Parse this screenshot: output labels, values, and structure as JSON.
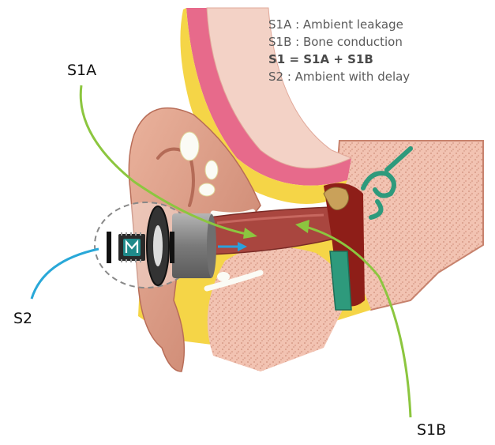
{
  "legend": {
    "line1": "S1A : Ambient leakage",
    "line2": "S1B : Bone conduction",
    "line3": "S1 = S1A + S1B",
    "line4": "S2   : Ambient with delay"
  },
  "labels": {
    "s1a": "S1A",
    "s1b": "S1B",
    "s2": "S2"
  },
  "colors": {
    "s1_path": "#8cc63f",
    "s2_path": "#29a8d8",
    "arrow": "#2aa0dc",
    "skin": "#e8a892",
    "skin_dark": "#c77c66",
    "tissue": "#f5d547",
    "bone": "#f3c7b8",
    "canal": "#9e3a34",
    "inner_ear": "#2e9a7c",
    "skin_pink": "#e76a8b"
  },
  "icons": {
    "chip": "maxim-chip-icon"
  }
}
